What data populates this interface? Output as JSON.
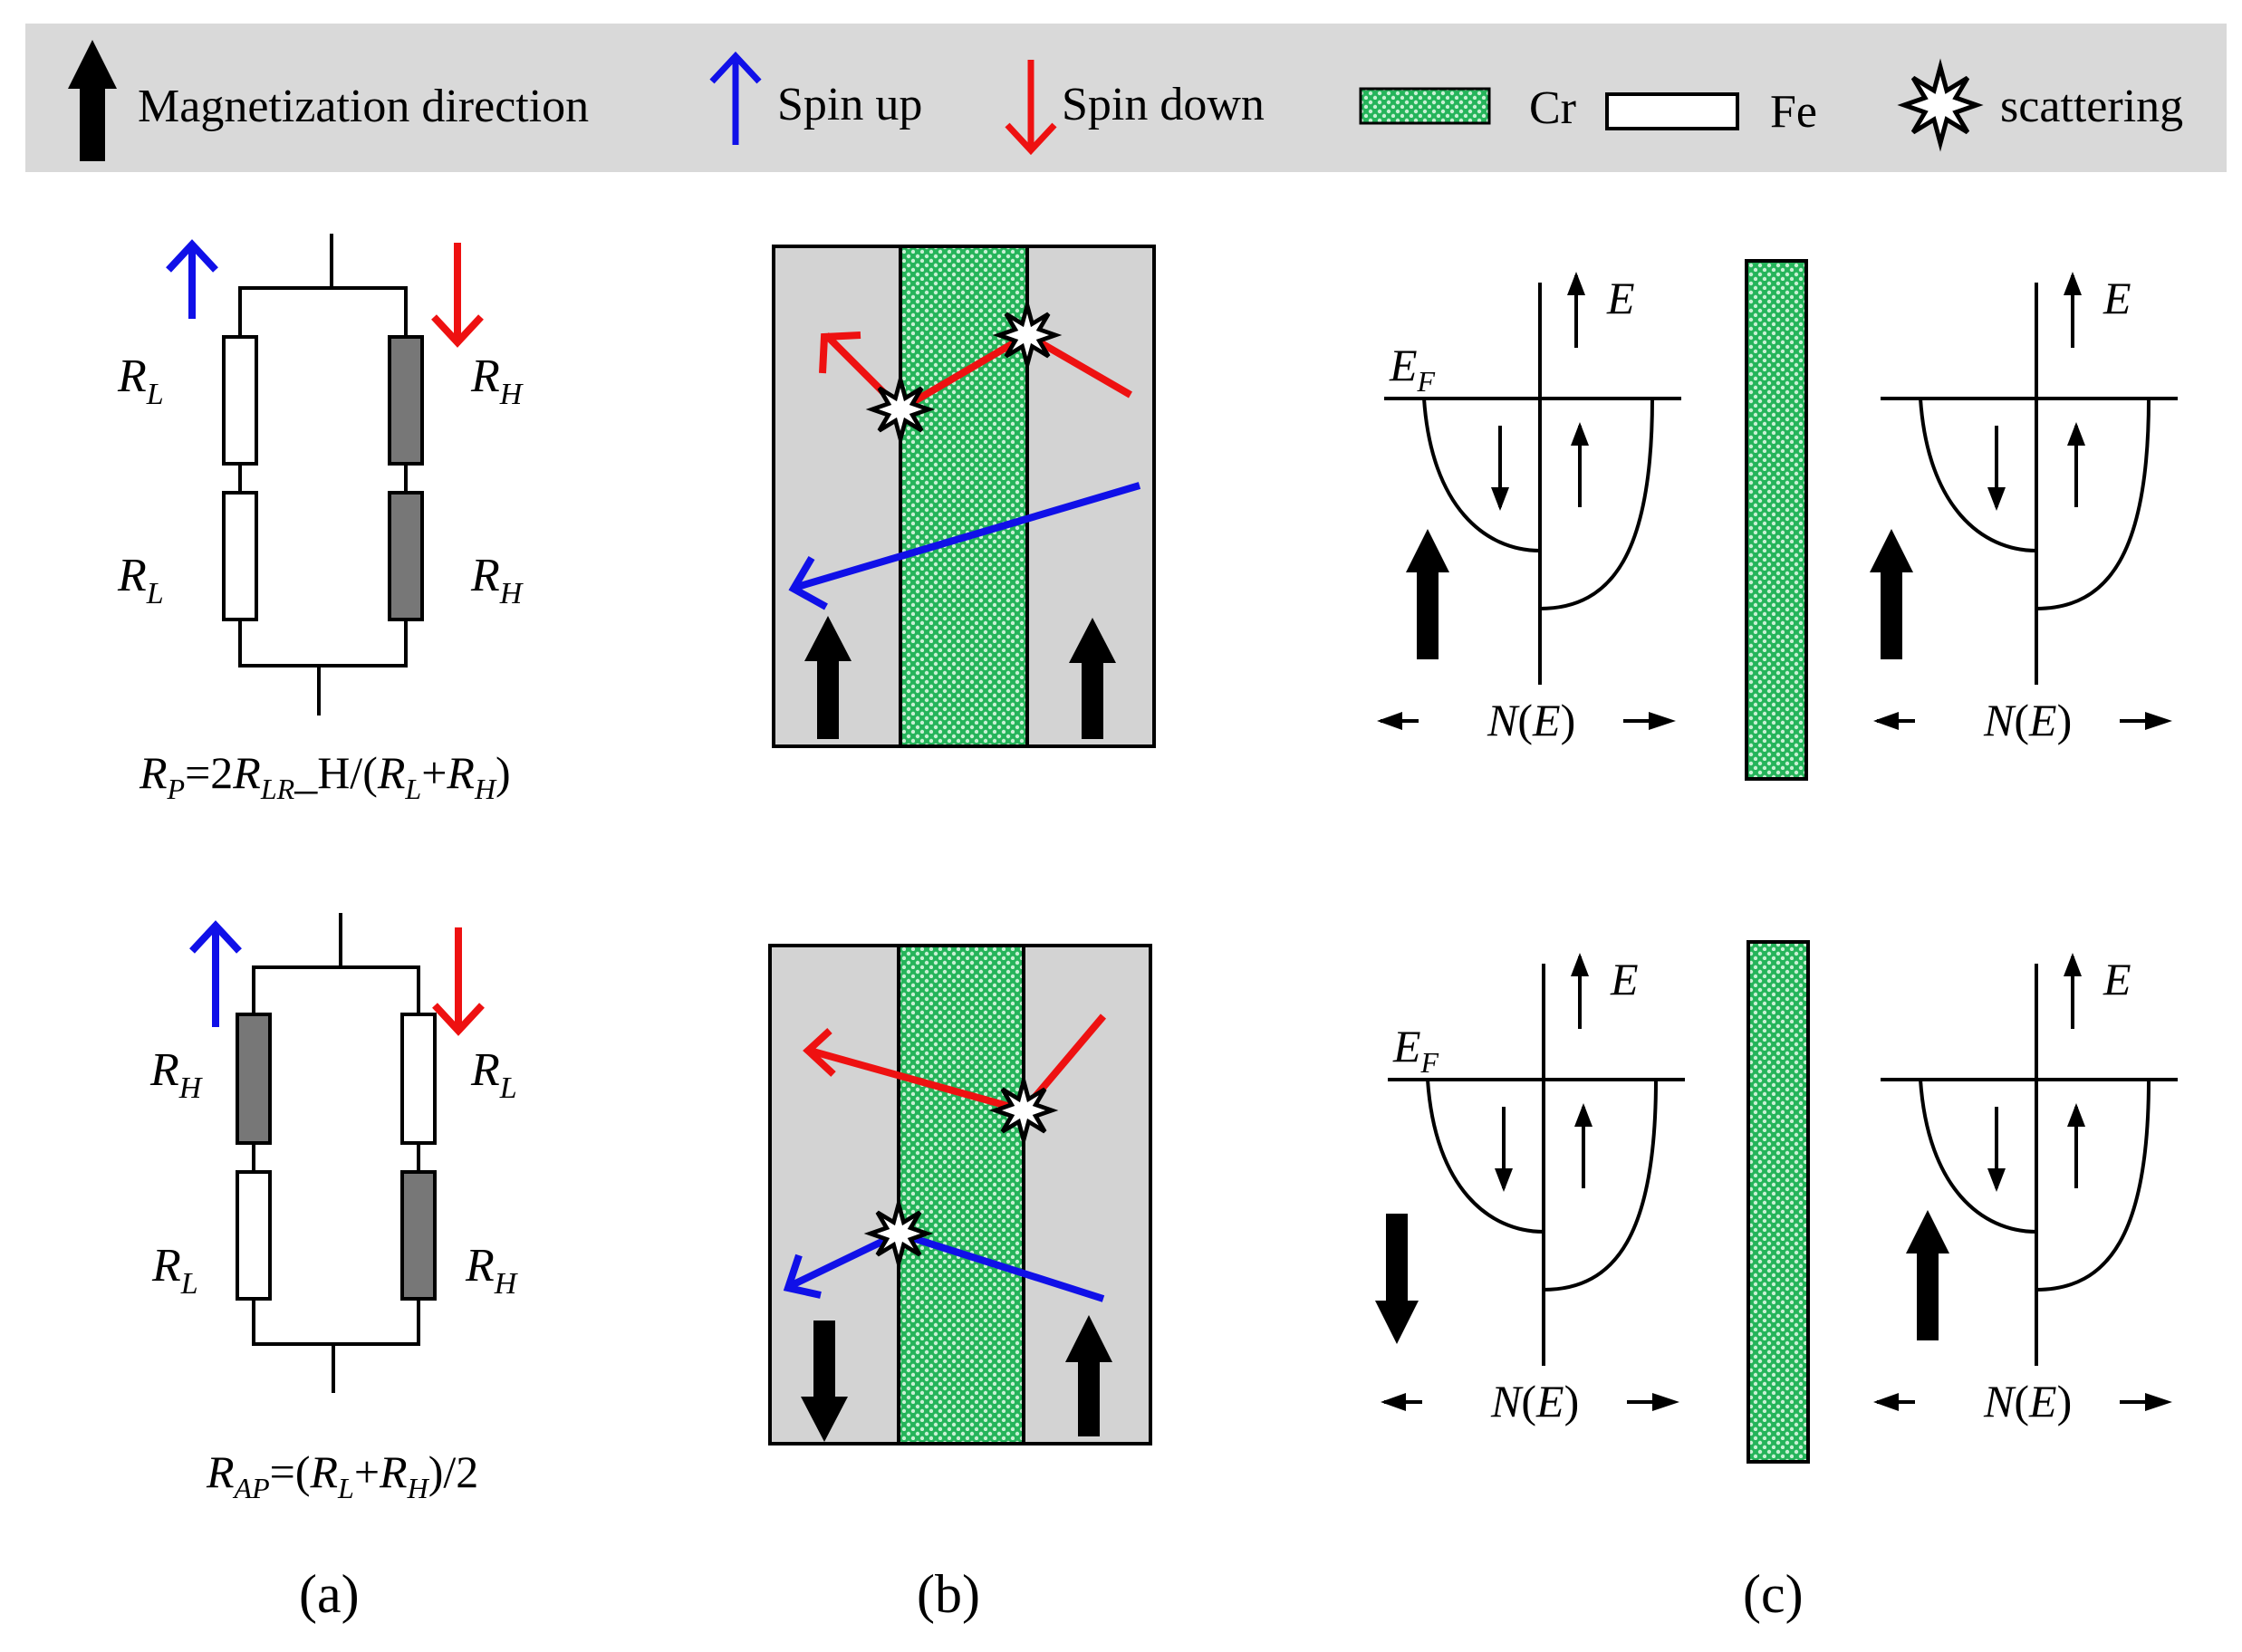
{
  "colors": {
    "spin_up": "#1010e8",
    "spin_down": "#ee1111",
    "cr_fill": "#25b45a",
    "cr_dot": "#c8f0d4",
    "fe_region": "#d3d3d3",
    "high_resistor": "#777777",
    "legend_bg": "#d9d9d9"
  },
  "legend": {
    "magnetization": "Magnetization direction",
    "spin_up": "Spin up",
    "spin_down": "Spin down",
    "cr": "Cr",
    "fe": "Fe",
    "scattering": "scattering"
  },
  "panel_a": {
    "label": "(a)",
    "parallel": {
      "r_left_top": {
        "main": "R",
        "sub": "L"
      },
      "r_left_bottom": {
        "main": "R",
        "sub": "L"
      },
      "r_right_top": {
        "main": "R",
        "sub": "H"
      },
      "r_right_bottom": {
        "main": "R",
        "sub": "H"
      },
      "formula": "R_P=2R_LR_H/(R_L+R_H)"
    },
    "antiparallel": {
      "r_left_top": {
        "main": "R",
        "sub": "H"
      },
      "r_left_bottom": {
        "main": "R",
        "sub": "L"
      },
      "r_right_top": {
        "main": "R",
        "sub": "L"
      },
      "r_right_bottom": {
        "main": "R",
        "sub": "H"
      },
      "formula": "R_AP=(R_L+R_H)/2"
    }
  },
  "panel_b": {
    "label": "(b)"
  },
  "panel_c": {
    "label": "(c)",
    "energy_axis": "E",
    "fermi_main": "E",
    "fermi_sub": "F",
    "dos_main": "N(",
    "dos_var": "E",
    "dos_close": ")"
  },
  "icons": [
    "magnetization-arrow-icon",
    "spin-up-arrow-icon",
    "spin-down-arrow-icon",
    "scattering-star-icon"
  ]
}
